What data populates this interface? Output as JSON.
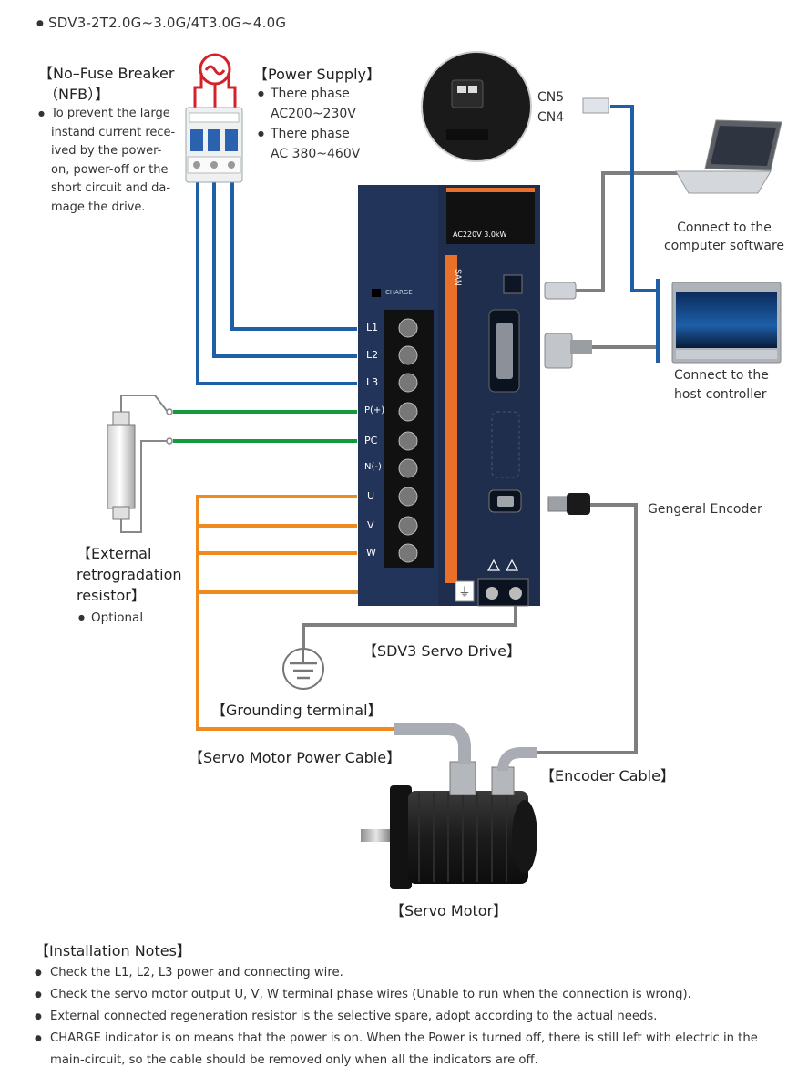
{
  "model_line": "SDV3-2T2.0G~3.0G/4T3.0G~4.0G",
  "nfb": {
    "title_line1": "【No–Fuse Breaker",
    "title_line2": "（NFB）】",
    "desc": [
      "To prevent the large",
      "instand current rece-",
      "ived by the power-",
      "on, power-off or the",
      "short circuit and da-",
      "mage the drive."
    ]
  },
  "power_supply": {
    "title": "【Power Supply】",
    "line1": "There phase",
    "line2": "AC200~230V",
    "line3": "There phase",
    "line4": "AC 380~460V"
  },
  "ports": {
    "cn5": "CN5",
    "cn4": "CN4"
  },
  "computer": {
    "line1": "Connect to the",
    "line2": "computer software"
  },
  "host": {
    "line1": "Connect to the",
    "line2": "host controller"
  },
  "encoder_label": "Gengeral Encoder",
  "drive": {
    "rating": "AC220V 3.0kW",
    "charge": "CHARGE",
    "title": "【SDV3 Servo Drive】",
    "terminals": [
      "L1",
      "L2",
      "L3",
      "P(+)",
      "PC",
      "N(-)",
      "U",
      "V",
      "W"
    ]
  },
  "resistor": {
    "line1": "【External",
    "line2": "retrogradation",
    "line3": "resistor】",
    "optional": "Optional"
  },
  "grounding_label": "【Grounding terminal】",
  "motor_cable_label": "【Servo Motor Power Cable】",
  "encoder_cable_label": "【Encoder Cable】",
  "motor_label": "【Servo Motor】",
  "notes": {
    "title": "【Installation Notes】",
    "items": [
      "Check the L1, L2, L3 power and connecting wire.",
      "Check the servo motor output U, V, W terminal phase wires (Unable to run when the connection is wrong).",
      "External connected regeneration resistor is the selective spare, adopt according to the actual needs.",
      "CHARGE indicator is on means that the power is on. When the Power is turned off, there is still left with electric in the main-circuit, so the cable should be removed only when all the indicators are off."
    ]
  },
  "colors": {
    "power_wire": "#1f5fa8",
    "resistor_wire": "#139a3f",
    "motor_wire": "#ee8a1e",
    "signal_wire": "#7f7f7f",
    "drive_body": "#1e2e4c",
    "drive_accent": "#e8702b"
  }
}
